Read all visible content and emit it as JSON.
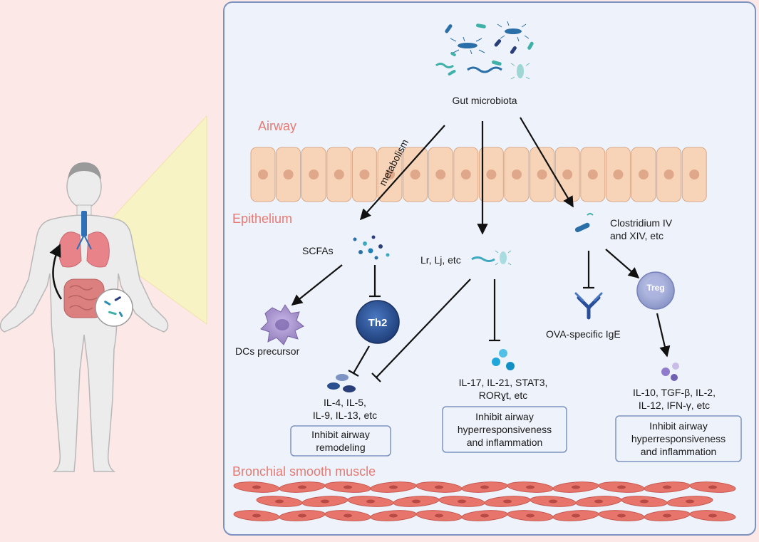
{
  "sections": {
    "airway": "Airway",
    "epithelium": "Epithelium",
    "muscle": "Bronchial smooth muscle"
  },
  "labels": {
    "gut_microbiota": "Gut microbiota",
    "metabolism": "metabolism",
    "scfas": "SCFAs",
    "lr_lj": "Lr, Lj, etc",
    "clostridium_1": "Clostridium IV",
    "clostridium_2": "and XIV, etc",
    "th2": "Th2",
    "treg": "Treg",
    "dcs": "DCs precursor",
    "ova": "OVA-specific IgE",
    "cyt_left_1": "IL-4, IL-5,",
    "cyt_left_2": "IL-9, IL-13, etc",
    "cyt_mid_1": "IL-17, IL-21,  STAT3,",
    "cyt_mid_2": "RORɣt, etc",
    "cyt_right_1": "IL-10, TGF-β, IL-2,",
    "cyt_right_2": "IL-12,  IFN-γ, etc"
  },
  "boxes": {
    "left_1": "Inhibit airway",
    "left_2": "remodeling",
    "mid_1": "Inhibit airway",
    "mid_2": "hyperresponsiveness",
    "mid_3": "and inflammation",
    "right_1": "Inhibit airway",
    "right_2": "hyperresponsiveness",
    "right_3": "and inflammation"
  },
  "colors": {
    "page_bg": "#fde8e8",
    "panel_bg": "#eef2fa",
    "panel_border": "#7d93bf",
    "section_label": "#e57b74",
    "epithelial_cell": "#f7d3b8",
    "muscle_cell": "#e8756c",
    "th2": "#2f5aa0",
    "treg": "#a9b4dc",
    "cytokine_blue": "#1ea7d8",
    "cytokine_purple": "#8f7ccc"
  }
}
